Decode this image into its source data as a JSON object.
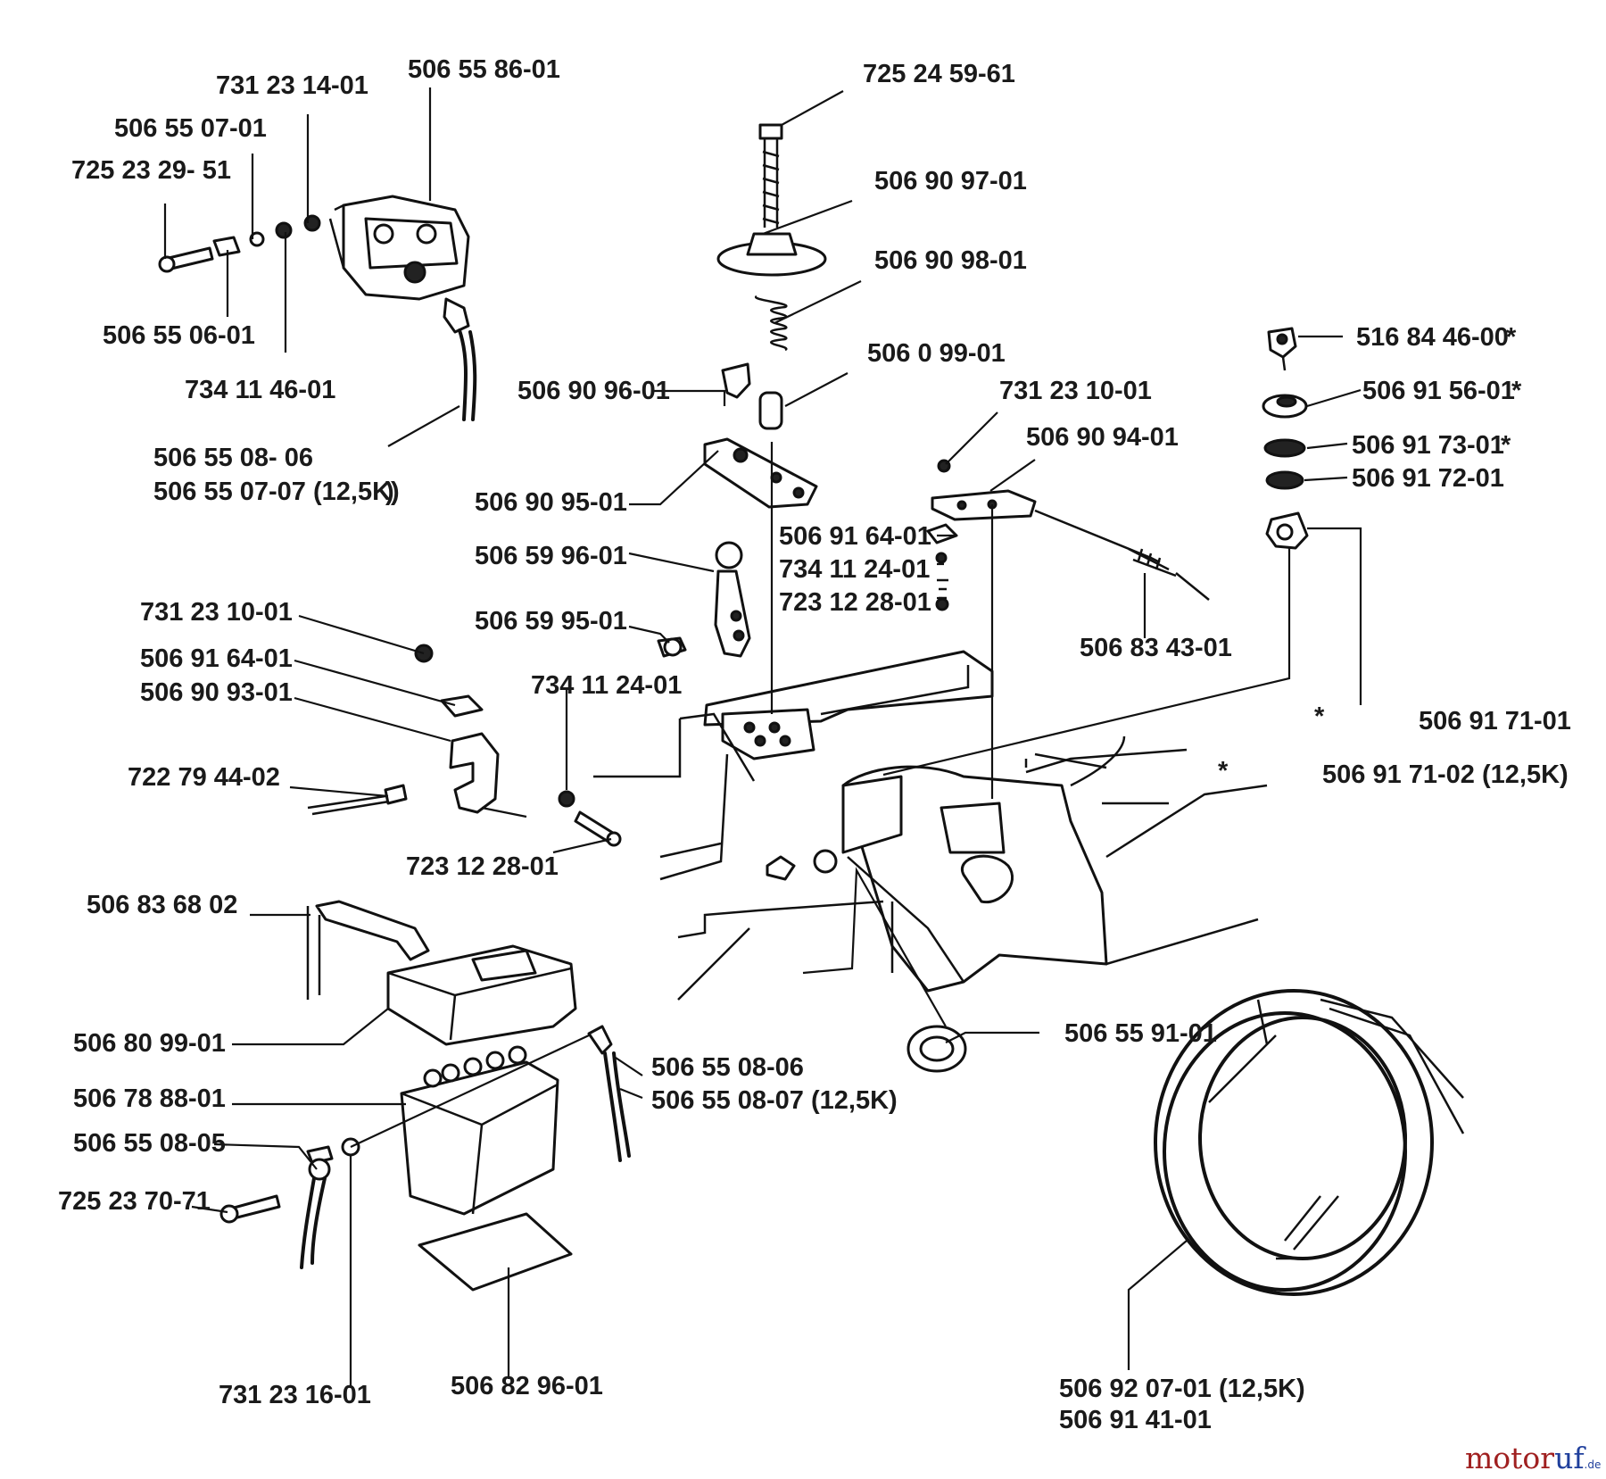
{
  "labels": {
    "p01": "725 24 59-61",
    "p02": "506 55 86-01",
    "p03": "731 23 14-01",
    "p04": "506 55 07-01",
    "p05": "725 23 29- 51",
    "p06": "506 55 06-01",
    "p07": "734 11 46-01",
    "p08": "506 55 08- 06",
    "p09": "506 55 07-07 (12,5K)",
    "p09b": ")",
    "p10": "506 90 97-01",
    "p11": "506 90 98-01",
    "p12": "506 0 99-01",
    "p13": "506 90 96-01",
    "p14": "506 90 95-01",
    "p15": "731 23 10-01",
    "p16": "506 90 94-01",
    "p17": "516 84 46-00",
    "p18": "506 91 56-01",
    "p19": "506 91 73-01",
    "p20": "506 91 72-01",
    "p21": "506 91 64-01",
    "p22": "734 11 24-01",
    "p23": "723 12 28-01",
    "p24": "506 59 96-01",
    "p25": "506 59 95-01",
    "p26": "506 83 43-01",
    "p27": "731 23 10-01",
    "p28": "506 91 64-01",
    "p29": "506 90 93-01",
    "p30": "734 11 24-01",
    "p31": "506 91 71-01",
    "p32": "506 91 71-02 (12,5K)",
    "p33": "722 79 44-02",
    "p34": "723 12 28-01",
    "p35": "506 83 68 02",
    "p36": "506 80 99-01",
    "p37": "506 55 91-01",
    "p38": "506 55 08-06",
    "p39": "506 55 08-07 (12,5K)",
    "p40": "506 78 88-01",
    "p41": "506 55 08-05",
    "p42": "725 23 70-71",
    "p43": "731 23 16-01",
    "p44": "506 82 96-01",
    "p45": "506 92 07-01 (12,5K)",
    "p46": "506 91 41-01"
  },
  "asterisk": "*",
  "watermark": {
    "part1": "motor",
    "part2": "uf",
    "suffix": ".de"
  }
}
